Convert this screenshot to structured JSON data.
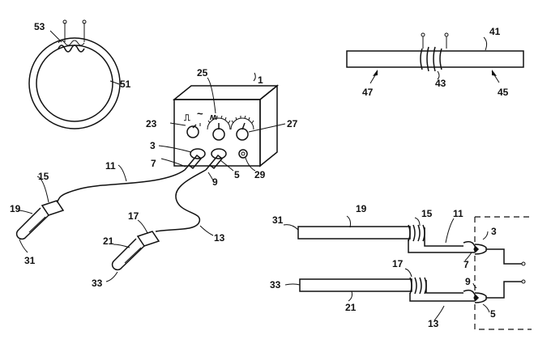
{
  "labels": {
    "device": "1",
    "socket_a": "3",
    "socket_b": "5",
    "plug_a": "7",
    "plug_b": "9",
    "cable_a": "11",
    "cable_b": "13",
    "coil_a": "15",
    "coil_b": "17",
    "probe_a": "19",
    "probe_b": "21",
    "switch": "23",
    "dial_a": "25",
    "dial_b": "27",
    "jack": "29",
    "tip_a": "31",
    "tip_b": "33",
    "rod": "41",
    "rod_coil": "43",
    "rod_end_right": "45",
    "rod_end_left": "47",
    "ring": "51",
    "ring_coil": "53"
  },
  "symbols": {
    "pulse": "⎍",
    "sine": "~",
    "mod": "ʍ"
  }
}
